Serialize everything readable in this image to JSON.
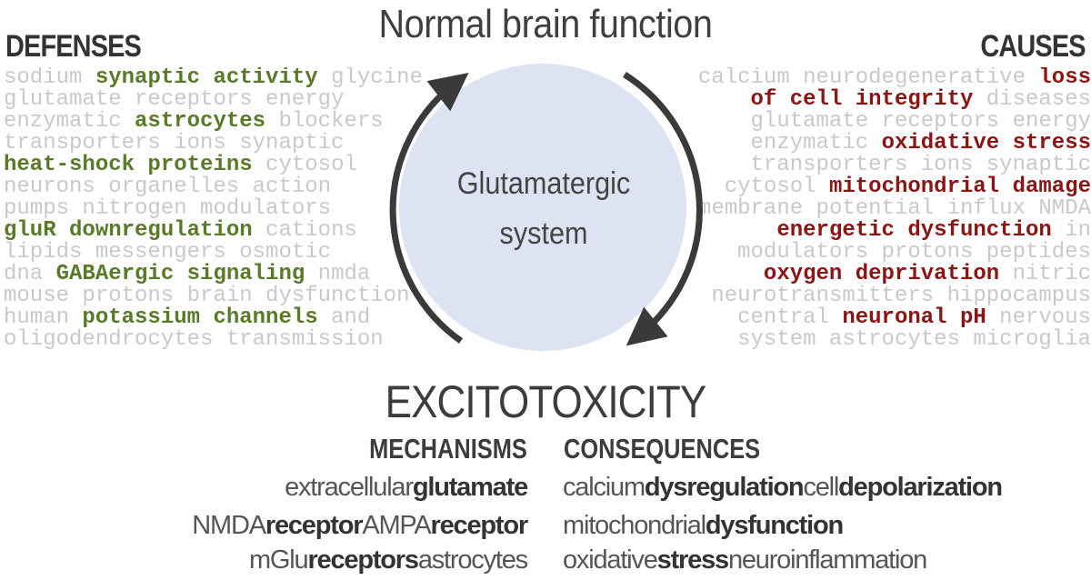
{
  "title": "Normal brain function",
  "defenses_heading": "DEFENSES",
  "causes_heading": "CAUSES",
  "center_label_line1": "Glutamatergic",
  "center_label_line2": "system",
  "outcome_heading": "EXCITOTOXICITY",
  "mechanisms_heading": "MECHANISMS",
  "consequences_heading": "CONSEQUENCES",
  "colors": {
    "defense_green": "#5a7a2a",
    "cause_red": "#8b1414",
    "background_words": "#c9c9c9",
    "circle_fill": "#dde3f2",
    "arrow": "#3a3a3a"
  },
  "defenses_cloud": [
    [
      [
        "g",
        "sodium "
      ],
      [
        "d",
        "synaptic activity"
      ],
      [
        "g",
        " glycine"
      ]
    ],
    [
      [
        "g",
        "glutamate receptors energy"
      ]
    ],
    [
      [
        "g",
        "enzymatic "
      ],
      [
        "d",
        "astrocytes"
      ],
      [
        "g",
        " blockers"
      ]
    ],
    [
      [
        "g",
        "transporters ions synaptic"
      ]
    ],
    [
      [
        "d",
        "heat-shock proteins"
      ],
      [
        "g",
        " cytosol"
      ]
    ],
    [
      [
        "g",
        "neurons organelles action"
      ]
    ],
    [
      [
        "g",
        "pumps nitrogen modulators"
      ]
    ],
    [
      [
        "d",
        "gluR downregulation"
      ],
      [
        "g",
        " cations"
      ]
    ],
    [
      [
        "g",
        "lipids messengers osmotic"
      ]
    ],
    [
      [
        "g",
        "dna "
      ],
      [
        "d",
        "GABAergic signaling"
      ],
      [
        "g",
        " nmda"
      ]
    ],
    [
      [
        "g",
        "mouse protons brain dysfunction"
      ]
    ],
    [
      [
        "g",
        "human "
      ],
      [
        "d",
        "potassium channels"
      ],
      [
        "g",
        " and"
      ]
    ],
    [
      [
        "g",
        "oligodendrocytes transmission"
      ]
    ]
  ],
  "causes_cloud": [
    [
      [
        "g",
        "calcium neurodegenerative "
      ],
      [
        "c",
        "loss"
      ]
    ],
    [
      [
        "c",
        "of cell integrity"
      ],
      [
        "g",
        " diseases"
      ]
    ],
    [
      [
        "g",
        "glutamate receptors energy"
      ]
    ],
    [
      [
        "g",
        "enzymatic "
      ],
      [
        "c",
        "oxidative stress"
      ]
    ],
    [
      [
        "g",
        "transporters ions synaptic"
      ]
    ],
    [
      [
        "g",
        "cytosol "
      ],
      [
        "c",
        "mitochondrial damage"
      ]
    ],
    [
      [
        "g",
        "membrane potential influx NMDA"
      ]
    ],
    [
      [
        "c",
        "energetic dysfunction"
      ],
      [
        "g",
        " in"
      ]
    ],
    [
      [
        "g",
        "modulators protons peptides"
      ]
    ],
    [
      [
        "c",
        "oxygen deprivation"
      ],
      [
        "g",
        " nitric"
      ]
    ],
    [
      [
        "g",
        "neurotransmitters hippocampus"
      ]
    ],
    [
      [
        "g",
        "central "
      ],
      [
        "c",
        "neuronal pH"
      ],
      [
        "g",
        " nervous"
      ]
    ],
    [
      [
        "g",
        "system astrocytes microglia"
      ]
    ]
  ],
  "mechanisms": [
    [
      [
        "lt",
        "extracellular"
      ],
      [
        "bd",
        "glutamate"
      ]
    ],
    [
      [
        "lt",
        "NMDA"
      ],
      [
        "bd",
        "receptor"
      ],
      [
        "lt",
        "AMPA"
      ],
      [
        "bd",
        "receptor"
      ]
    ],
    [
      [
        "lt",
        "mGlu"
      ],
      [
        "bd",
        "receptors"
      ],
      [
        "lt",
        "astrocytes"
      ]
    ]
  ],
  "consequences": [
    [
      [
        "lt",
        "calcium"
      ],
      [
        "bd",
        "dysregulation"
      ],
      [
        "lt",
        "cell"
      ],
      [
        "bd",
        "depolarization"
      ]
    ],
    [
      [
        "lt",
        "mitochondrial"
      ],
      [
        "bd",
        "dysfunction"
      ]
    ],
    [
      [
        "lt",
        "oxidative"
      ],
      [
        "bd",
        "stress"
      ],
      [
        "lt",
        "neuroinflammation"
      ]
    ]
  ]
}
